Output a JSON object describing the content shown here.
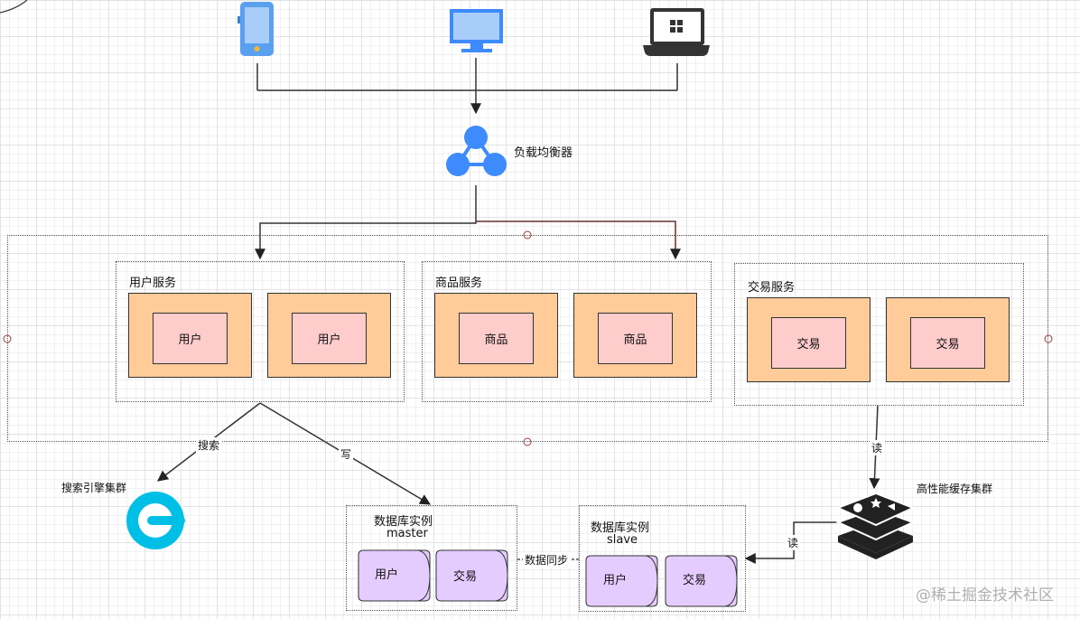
{
  "load_balancer": {
    "label": "负载均衡器"
  },
  "services": {
    "user": {
      "title": "用户服务",
      "instances": [
        "用户",
        "用户"
      ]
    },
    "product": {
      "title": "商品服务",
      "instances": [
        "商品",
        "商品"
      ]
    },
    "trade": {
      "title": "交易服务",
      "instances": [
        "交易",
        "交易"
      ]
    }
  },
  "search": {
    "label": "搜索引擎集群"
  },
  "cache": {
    "label": "高性能缓存集群"
  },
  "db_master": {
    "title": "数据库实例",
    "subtitle": "master",
    "tables": [
      "用户",
      "交易"
    ]
  },
  "db_slave": {
    "title": "数据库实例",
    "subtitle": "slave",
    "tables": [
      "用户",
      "交易"
    ]
  },
  "edges": {
    "search": "搜索",
    "write": "写",
    "read_cache": "读",
    "read_slave": "读",
    "sync": "数据同步"
  },
  "watermark": "@稀土掘金技术社区",
  "colors": {
    "instance_fill": "#ffcc99",
    "inner_fill": "#ffcccc",
    "cylinder_fill": "#e5ccff",
    "icon_blue": "#3d8bfd",
    "search_cyan": "#00bfe6"
  }
}
